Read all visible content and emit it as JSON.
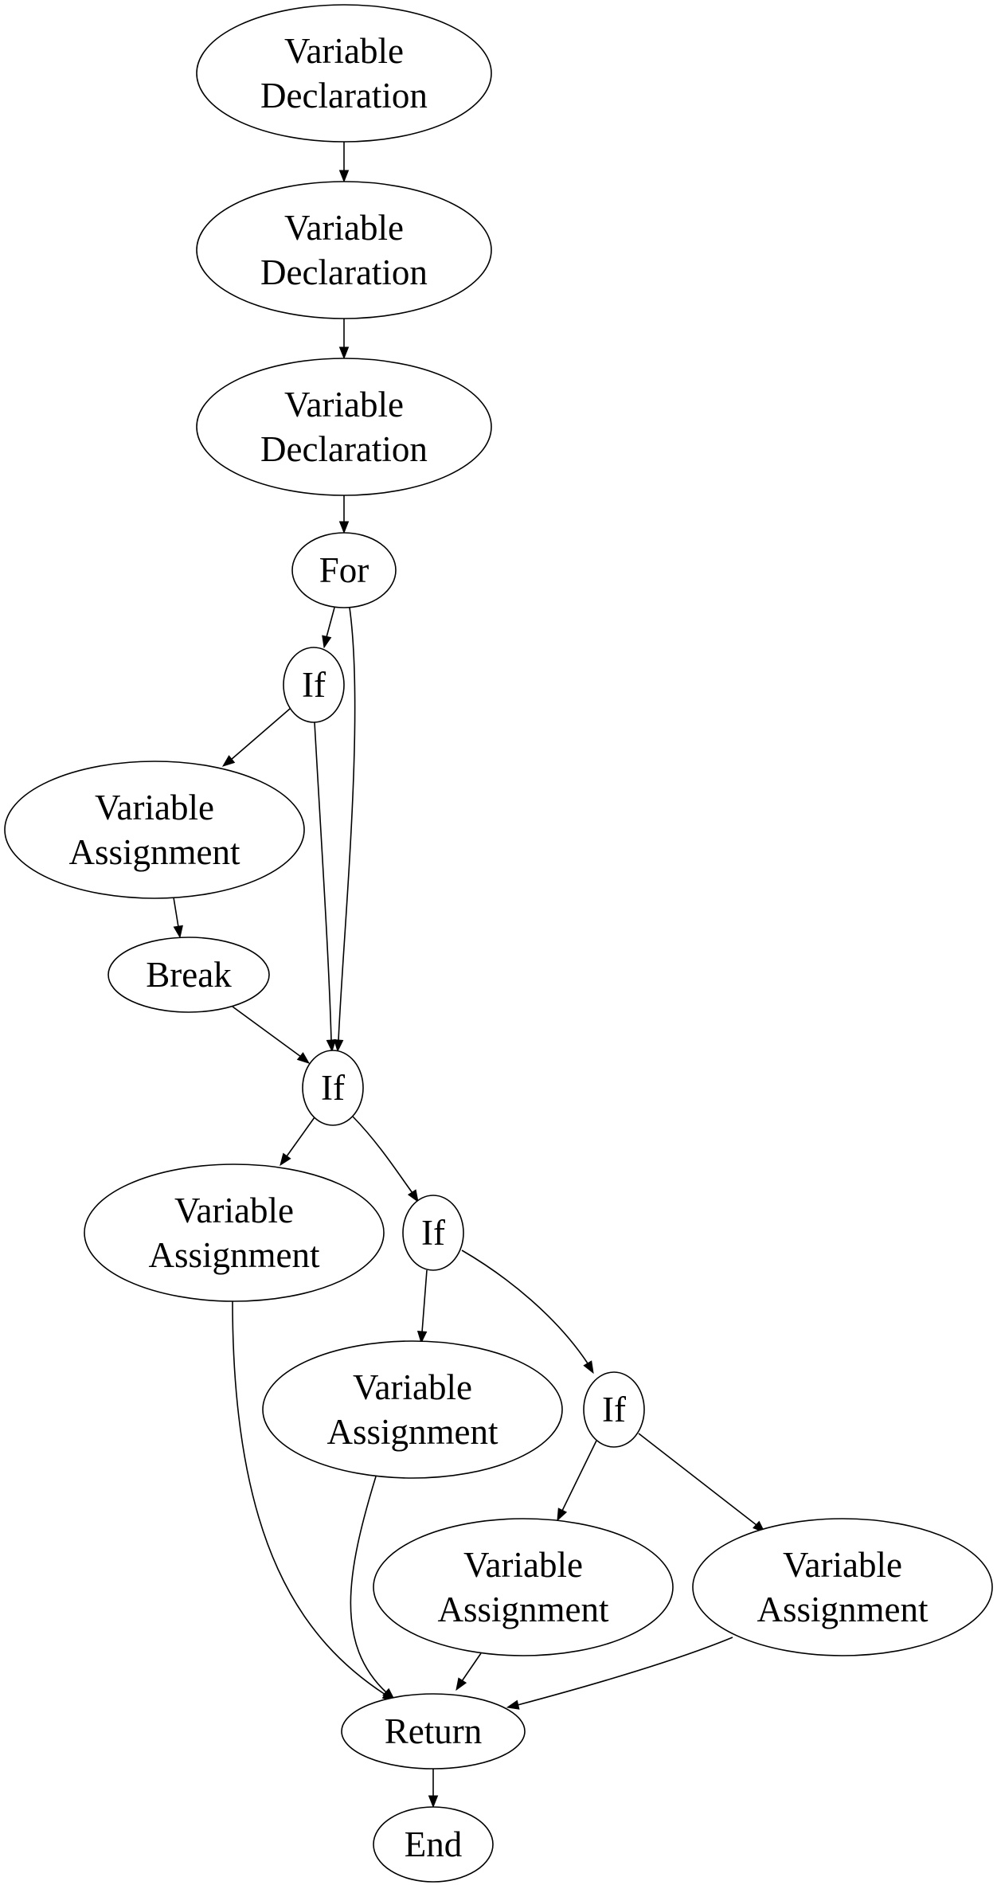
{
  "diagram": {
    "nodes": [
      {
        "id": "decl1",
        "lines": [
          "Variable",
          "Declaration"
        ]
      },
      {
        "id": "decl2",
        "lines": [
          "Variable",
          "Declaration"
        ]
      },
      {
        "id": "decl3",
        "lines": [
          "Variable",
          "Declaration"
        ]
      },
      {
        "id": "for1",
        "lines": [
          "For"
        ]
      },
      {
        "id": "if1",
        "lines": [
          "If"
        ]
      },
      {
        "id": "assign1",
        "lines": [
          "Variable",
          "Assignment"
        ]
      },
      {
        "id": "break1",
        "lines": [
          "Break"
        ]
      },
      {
        "id": "if2",
        "lines": [
          "If"
        ]
      },
      {
        "id": "assign2",
        "lines": [
          "Variable",
          "Assignment"
        ]
      },
      {
        "id": "if3",
        "lines": [
          "If"
        ]
      },
      {
        "id": "assign3",
        "lines": [
          "Variable",
          "Assignment"
        ]
      },
      {
        "id": "if4",
        "lines": [
          "If"
        ]
      },
      {
        "id": "assign4",
        "lines": [
          "Variable",
          "Assignment"
        ]
      },
      {
        "id": "assign5",
        "lines": [
          "Variable",
          "Assignment"
        ]
      },
      {
        "id": "return1",
        "lines": [
          "Return"
        ]
      },
      {
        "id": "end1",
        "lines": [
          "End"
        ]
      }
    ],
    "edges": [
      {
        "id": "decl1-decl2",
        "from": "decl1",
        "to": "decl2"
      },
      {
        "id": "decl2-decl3",
        "from": "decl2",
        "to": "decl3"
      },
      {
        "id": "decl3-for1",
        "from": "decl3",
        "to": "for1"
      },
      {
        "id": "for1-if1",
        "from": "for1",
        "to": "if1"
      },
      {
        "id": "for1-if2",
        "from": "for1",
        "to": "if2"
      },
      {
        "id": "if1-assign1",
        "from": "if1",
        "to": "assign1"
      },
      {
        "id": "if1-if2",
        "from": "if1",
        "to": "if2"
      },
      {
        "id": "assign1-break1",
        "from": "assign1",
        "to": "break1"
      },
      {
        "id": "break1-if2",
        "from": "break1",
        "to": "if2"
      },
      {
        "id": "if2-assign2",
        "from": "if2",
        "to": "assign2"
      },
      {
        "id": "if2-if3",
        "from": "if2",
        "to": "if3"
      },
      {
        "id": "if3-assign3",
        "from": "if3",
        "to": "assign3"
      },
      {
        "id": "if3-if4",
        "from": "if3",
        "to": "if4"
      },
      {
        "id": "if4-assign4",
        "from": "if4",
        "to": "assign4"
      },
      {
        "id": "if4-assign5",
        "from": "if4",
        "to": "assign5"
      },
      {
        "id": "assign2-return1",
        "from": "assign2",
        "to": "return1"
      },
      {
        "id": "assign3-return1",
        "from": "assign3",
        "to": "return1"
      },
      {
        "id": "assign4-return1",
        "from": "assign4",
        "to": "return1"
      },
      {
        "id": "assign5-return1",
        "from": "assign5",
        "to": "return1"
      },
      {
        "id": "return1-end1",
        "from": "return1",
        "to": "end1"
      }
    ]
  }
}
